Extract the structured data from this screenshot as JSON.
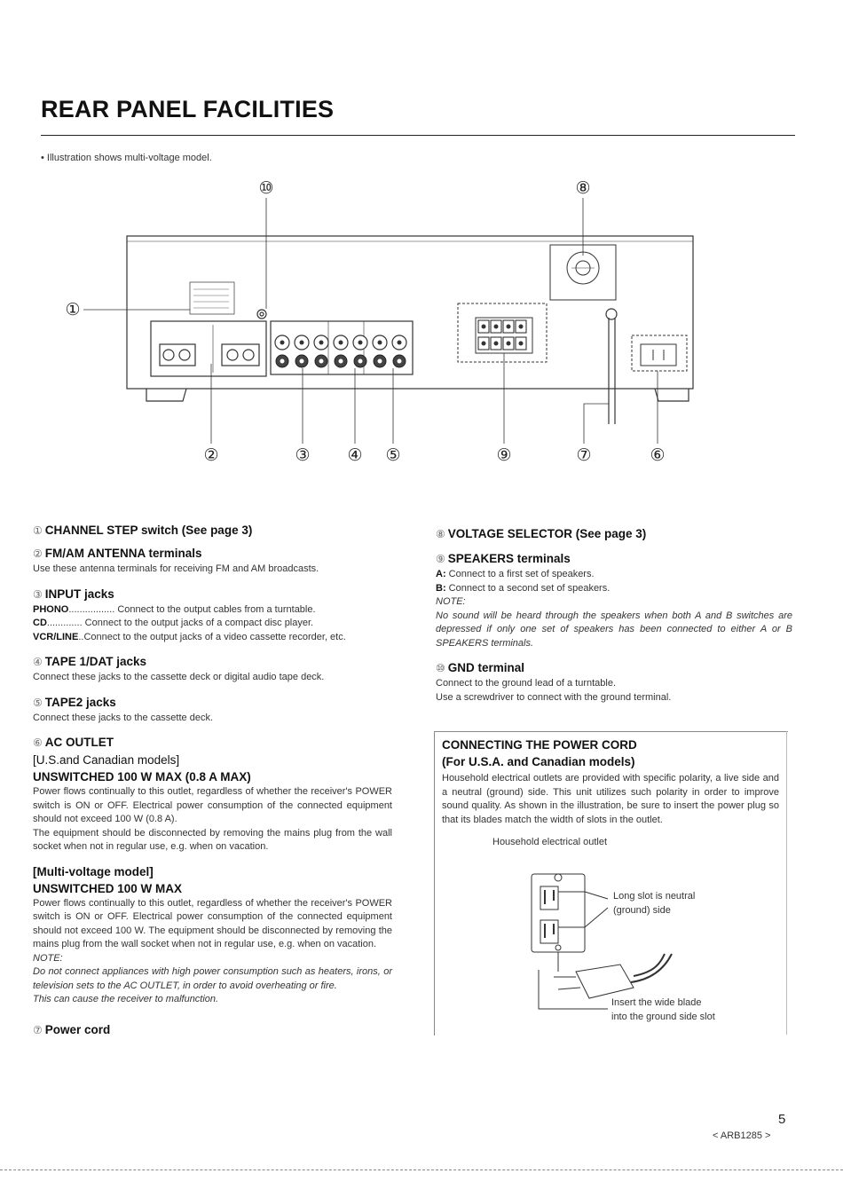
{
  "title": "REAR PANEL FACILITIES",
  "intro_note": "• Illustration shows multi-voltage model.",
  "callouts": [
    "①",
    "②",
    "③",
    "④",
    "⑤",
    "⑥",
    "⑦",
    "⑧",
    "⑨",
    "⑩"
  ],
  "left": {
    "s1": {
      "num": "①",
      "heading": "CHANNEL STEP switch (See page 3)"
    },
    "s2": {
      "num": "②",
      "heading": "FM/AM ANTENNA terminals",
      "body": "Use these antenna terminals for receiving FM and AM broadcasts."
    },
    "s3": {
      "num": "③",
      "heading": "INPUT jacks",
      "rows": [
        {
          "label": "PHONO",
          "text": "................. Connect to the output cables from a turntable."
        },
        {
          "label": "CD",
          "text": "............. Connect to the output jacks of a compact disc player."
        },
        {
          "label": "VCR/LINE",
          "text": "..Connect to the output jacks of a video cassette recorder, etc."
        }
      ]
    },
    "s4": {
      "num": "④",
      "heading": "TAPE 1/DAT jacks",
      "body": "Connect these jacks to the cassette deck or digital audio tape deck."
    },
    "s5": {
      "num": "⑤",
      "heading": "TAPE2 jacks",
      "body": "Connect these jacks to the cassette deck."
    },
    "s6": {
      "num": "⑥",
      "heading": "AC OUTLET",
      "sub1": "[U.S.and Canadian models]",
      "sub2": "UNSWITCHED 100 W MAX (0.8 A MAX)",
      "body1": "Power flows continually to this outlet, regardless of whether the receiver's POWER switch is ON or OFF. Electrical power consumption of the connected equipment should not exceed 100 W (0.8 A).",
      "body2": "The equipment should be disconnected by removing the mains plug from the wall socket when not in regular use, e.g. when on vacation.",
      "sub3": "[Multi-voltage model]",
      "sub4": "UNSWITCHED 100 W MAX",
      "body3": "Power flows continually to this outlet, regardless of whether the receiver's POWER switch is ON or OFF. Electrical power consumption of the connected equipment should not exceed 100 W. The equipment should be disconnected by removing the mains plug from the wall socket when not in regular use, e.g. when on vacation.",
      "note_label": "NOTE:",
      "note1": "Do not connect appliances with high power consumption such as heaters, irons, or television sets to the AC OUTLET, in order to avoid overheating or fire.",
      "note2": "This can cause the receiver to malfunction."
    },
    "s7": {
      "num": "⑦",
      "heading": "Power cord"
    }
  },
  "right": {
    "s8": {
      "num": "⑧",
      "heading": "VOLTAGE SELECTOR (See page 3)"
    },
    "s9": {
      "num": "⑨",
      "heading": "SPEAKERS terminals",
      "a_label": "A:",
      "a_text": "Connect to a first set of speakers.",
      "b_label": "B:",
      "b_text": "Connect to a second set of speakers.",
      "note_label": "NOTE:",
      "note": "No sound will be heard through the speakers when both A and B switches are depressed if only one set of speakers has been connected to either A or B SPEAKERS terminals."
    },
    "s10": {
      "num": "⑩",
      "heading": "GND terminal",
      "body1": "Connect to the ground lead of a turntable.",
      "body2": "Use a screwdriver to connect with the ground terminal."
    },
    "power": {
      "heading1": "CONNECTING THE POWER CORD",
      "heading2": "(For U.S.A. and Canadian models)",
      "body": "Household electrical outlets are provided with specific polarity, a live side and a neutral (ground) side. This unit utilizes such polarity in order to improve sound quality. As shown in the illustration, be sure to insert the power plug so that its blades match the width of slots in the outlet.",
      "outlet_caption": "Household electrical outlet",
      "long_slot_1": "Long slot is neutral",
      "long_slot_2": "(ground) side",
      "insert_1": "Insert the wide blade",
      "insert_2": "into the ground side slot"
    }
  },
  "page_number": "5",
  "doc_code": "< ARB1285 >"
}
